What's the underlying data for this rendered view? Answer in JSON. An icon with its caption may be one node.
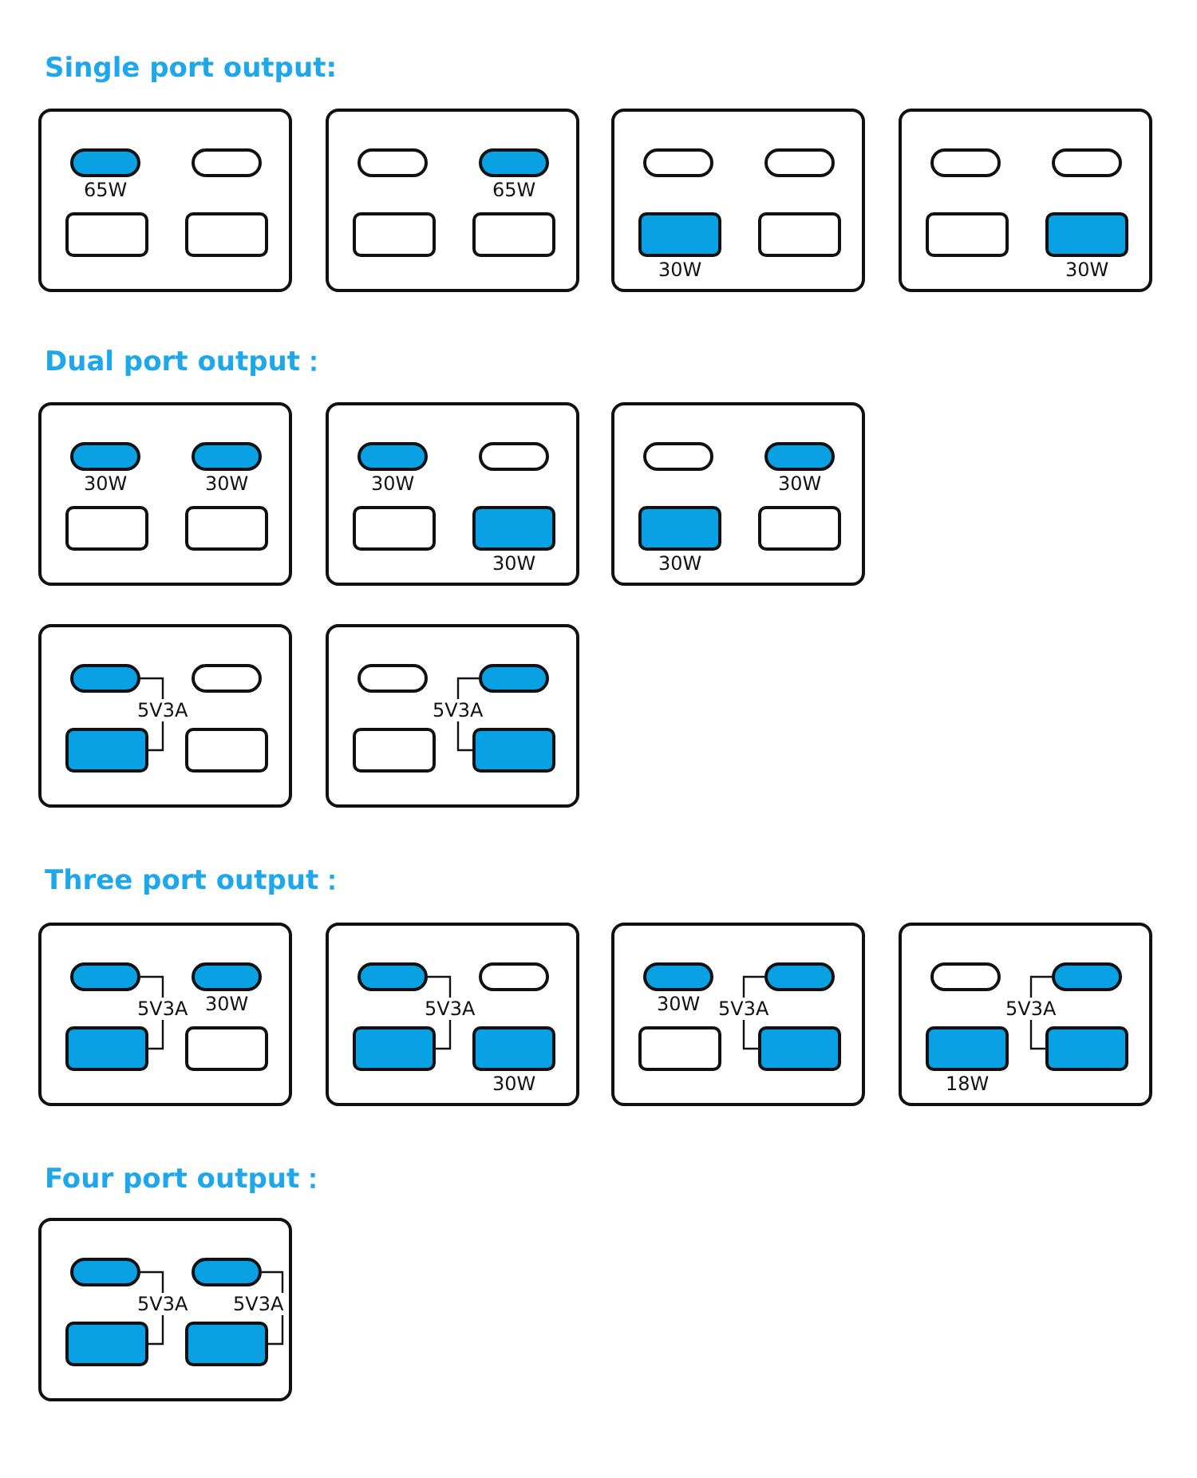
{
  "diagram": {
    "nodes": [
      {
        "text": [],
        "shape": "box"
      },
      {
        "text": [],
        "shape": "pill",
        "in": 0,
        "beside": [
          "65W"
        ]
      },
      {
        "text": [],
        "shape": "pill",
        "in": 0
      },
      {
        "text": [],
        "shape": "box",
        "in": 0
      },
      {
        "text": [],
        "shape": "box",
        "in": 0
      },
      {
        "text": [],
        "shape": "box"
      },
      {
        "text": [],
        "shape": "pill",
        "in": 5
      },
      {
        "text": [],
        "shape": "pill",
        "in": 5,
        "beside": [
          "65W"
        ]
      },
      {
        "text": [],
        "shape": "box",
        "in": 5
      },
      {
        "text": [],
        "shape": "box",
        "in": 5
      },
      {
        "text": [],
        "shape": "box"
      },
      {
        "text": [],
        "shape": "pill",
        "in": 10
      },
      {
        "text": [],
        "shape": "pill",
        "in": 10
      },
      {
        "text": [],
        "shape": "box",
        "in": 10,
        "beside": [
          "30W"
        ]
      },
      {
        "text": [],
        "shape": "box",
        "in": 10
      },
      {
        "text": [],
        "shape": "box"
      },
      {
        "text": [],
        "shape": "pill",
        "in": 15
      },
      {
        "text": [],
        "shape": "pill",
        "in": 15
      },
      {
        "text": [],
        "shape": "box",
        "in": 15
      },
      {
        "text": [],
        "shape": "box",
        "in": 15,
        "beside": [
          "30W"
        ]
      },
      {
        "text": [],
        "shape": "box"
      },
      {
        "text": [],
        "shape": "pill",
        "in": 20,
        "beside": [
          "30W"
        ]
      },
      {
        "text": [],
        "shape": "pill",
        "in": 20,
        "beside": [
          "30W"
        ]
      },
      {
        "text": [],
        "shape": "box",
        "in": 20
      },
      {
        "text": [],
        "shape": "box",
        "in": 20
      },
      {
        "text": [],
        "shape": "box"
      },
      {
        "text": [],
        "shape": "pill",
        "in": 25,
        "beside": [
          "30W"
        ]
      },
      {
        "text": [],
        "shape": "pill",
        "in": 25
      },
      {
        "text": [],
        "shape": "box",
        "in": 25
      },
      {
        "text": [],
        "shape": "box",
        "in": 25,
        "beside": [
          "30W"
        ]
      },
      {
        "text": [],
        "shape": "box"
      },
      {
        "text": [],
        "shape": "pill",
        "in": 30
      },
      {
        "text": [],
        "shape": "pill",
        "in": 30,
        "beside": [
          "30W"
        ]
      },
      {
        "text": [],
        "shape": "box",
        "in": 30,
        "beside": [
          "30W"
        ]
      },
      {
        "text": [],
        "shape": "box",
        "in": 30
      },
      {
        "text": [],
        "shape": "box"
      },
      {
        "text": [],
        "shape": "pill",
        "in": 35
      },
      {
        "text": [],
        "shape": "pill",
        "in": 35
      },
      {
        "text": [],
        "shape": "box",
        "in": 35
      },
      {
        "text": [],
        "shape": "box",
        "in": 35
      },
      {
        "text": [],
        "shape": "box"
      },
      {
        "text": [],
        "shape": "pill",
        "in": 40
      },
      {
        "text": [],
        "shape": "pill",
        "in": 40
      },
      {
        "text": [],
        "shape": "box",
        "in": 40
      },
      {
        "text": [],
        "shape": "box",
        "in": 40
      },
      {
        "text": [],
        "shape": "box"
      },
      {
        "text": [],
        "shape": "pill",
        "in": 45
      },
      {
        "text": [],
        "shape": "pill",
        "in": 45,
        "beside": [
          "30W"
        ]
      },
      {
        "text": [],
        "shape": "box",
        "in": 45
      },
      {
        "text": [],
        "shape": "box",
        "in": 45
      },
      {
        "text": [],
        "shape": "box"
      },
      {
        "text": [],
        "shape": "pill",
        "in": 50
      },
      {
        "text": [],
        "shape": "pill",
        "in": 50
      },
      {
        "text": [],
        "shape": "box",
        "in": 50
      },
      {
        "text": [],
        "shape": "box",
        "in": 50,
        "beside": [
          "30W"
        ]
      },
      {
        "text": [],
        "shape": "box"
      },
      {
        "text": [],
        "shape": "pill",
        "in": 55,
        "beside": [
          "30W"
        ]
      },
      {
        "text": [],
        "shape": "pill",
        "in": 55
      },
      {
        "text": [],
        "shape": "box",
        "in": 55
      },
      {
        "text": [],
        "shape": "box",
        "in": 55
      },
      {
        "text": [],
        "shape": "box"
      },
      {
        "text": [],
        "shape": "pill",
        "in": 60
      },
      {
        "text": [],
        "shape": "pill",
        "in": 60
      },
      {
        "text": [],
        "shape": "box",
        "in": 60,
        "beside": [
          "18W"
        ]
      },
      {
        "text": [],
        "shape": "box",
        "in": 60
      },
      {
        "text": [],
        "shape": "box"
      },
      {
        "text": [],
        "shape": "pill",
        "in": 65
      },
      {
        "text": [],
        "shape": "pill",
        "in": 65
      },
      {
        "text": [],
        "shape": "box",
        "in": 65
      },
      {
        "text": [],
        "shape": "box",
        "in": 65
      }
    ],
    "edges": [
      {
        "from": 36,
        "to": 38,
        "arrow": "none",
        "label": "5V3A"
      },
      {
        "from": 42,
        "to": 44,
        "arrow": "none",
        "label": "5V3A"
      },
      {
        "from": 46,
        "to": 48,
        "arrow": "none",
        "label": "5V3A"
      },
      {
        "from": 51,
        "to": 53,
        "arrow": "none",
        "label": "5V3A"
      },
      {
        "from": 57,
        "to": 59,
        "arrow": "none",
        "label": "5V3A"
      },
      {
        "from": 62,
        "to": 64,
        "arrow": "none",
        "label": "5V3A"
      },
      {
        "from": 66,
        "to": 68,
        "arrow": "none",
        "label": "5V3A"
      },
      {
        "from": 67,
        "to": 69,
        "arrow": "none",
        "label": "5V3A"
      }
    ],
    "labels": [
      "Single port output:",
      "Dual port output：",
      "Three port output：",
      "Four port output："
    ]
  }
}
